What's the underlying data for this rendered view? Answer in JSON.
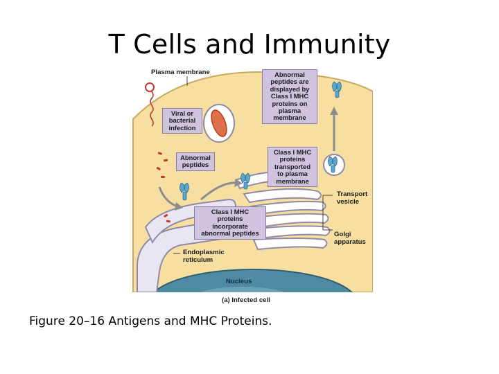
{
  "title": "T Cells and Immunity",
  "caption": "Figure 20–16 Antigens and MHC Proteins.",
  "figure": {
    "labels": {
      "plasma_membrane": "Plasma membrane",
      "transport_vesicle": [
        "Transport",
        "vesicle"
      ],
      "golgi": [
        "Golgi",
        "apparatus"
      ],
      "er": [
        "Endoplasmic",
        "reticulum"
      ],
      "nucleus": "Nucleus",
      "panel_caption": "(a) Infected cell"
    },
    "boxes": {
      "infection": [
        "Viral or",
        "bacterial",
        "infection"
      ],
      "abnormal_peptides": [
        "Abnormal",
        "peptides"
      ],
      "displayed": [
        "Abnormal",
        "peptides are",
        "displayed by",
        "Class I MHC",
        "proteins on",
        "plasma",
        "membrane"
      ],
      "transported": [
        "Class I MHC",
        "proteins",
        "transported",
        "to plasma",
        "membrane"
      ],
      "incorporate": [
        "Class I MHC",
        "proteins",
        "incorporate",
        "abnormal peptides"
      ]
    },
    "colors": {
      "cytoplasm": "#f6dfa0",
      "label_box": "#cfc3df",
      "nucleus": "#4f8aa3",
      "mhc_protein": "#5aa6cc",
      "peptide": "#c0392b"
    }
  }
}
